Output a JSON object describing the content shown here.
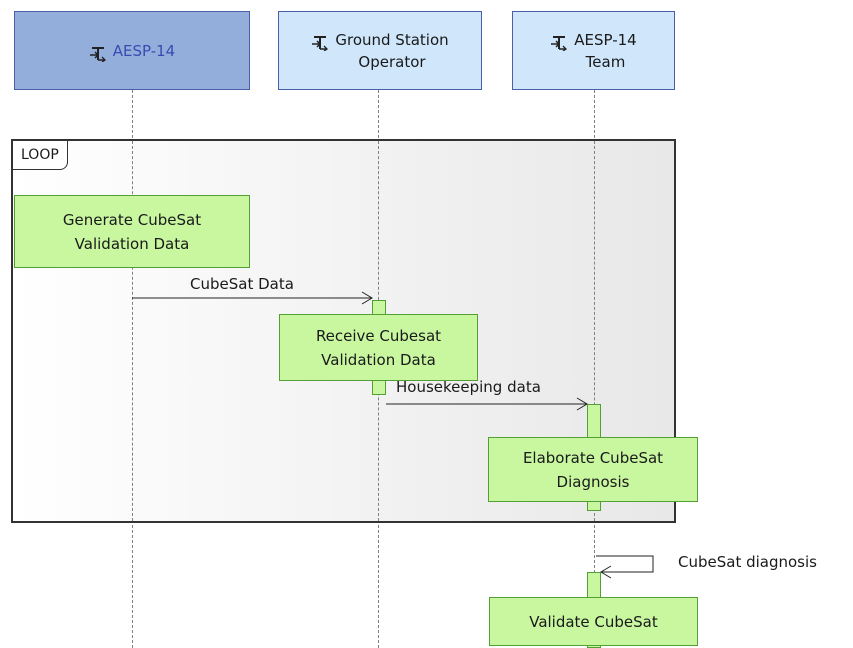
{
  "lifelines": [
    {
      "label": "AESP-14"
    },
    {
      "label": "Ground Station\nOperator"
    },
    {
      "label": "AESP-14\nTeam"
    }
  ],
  "fragment": {
    "label": "LOOP"
  },
  "actions": [
    {
      "label": "Generate CubeSat\nValidation Data"
    },
    {
      "label": "Receive Cubesat\nValidation Data"
    },
    {
      "label": "Elaborate CubeSat\nDiagnosis"
    },
    {
      "label": "Validate CubeSat"
    }
  ],
  "messages": [
    {
      "label": "CubeSat Data"
    },
    {
      "label": "Housekeeping data"
    },
    {
      "label": "CubeSat diagnosis"
    }
  ],
  "icon_name": "actor-icon",
  "colors": {
    "header_active": "#93aedb",
    "header": "#cfe6fb",
    "action_fill": "#c8f7a0",
    "action_border": "#52a035"
  }
}
